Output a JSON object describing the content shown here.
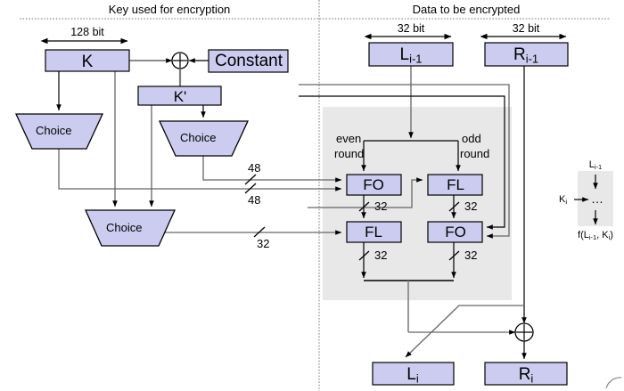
{
  "diagram": {
    "title_left": "Key used for encryption",
    "title_right": "Data to be encrypted",
    "key_side": {
      "width_label": "128 bit",
      "k_box": "K",
      "constant_box": "Constant",
      "kprime_box": "K'",
      "xor_symbol": "⊕",
      "choice_left": "Choice",
      "choice_mid": "Choice",
      "choice_bottom": "Choice",
      "bus_48_top": "48",
      "bus_48_bottom": "48",
      "bus_32": "32"
    },
    "data_side": {
      "width_label_left": "32 bit",
      "width_label_right": "32 bit",
      "input_left": "L",
      "input_left_sub": "i-1",
      "input_right": "R",
      "input_right_sub": "i-1",
      "even_round_line1": "even",
      "even_round_line2": "round",
      "odd_round_line1": "odd",
      "odd_round_line2": "round",
      "fo_top": "FO",
      "fl_top": "FL",
      "fl_bottom": "FL",
      "fo_bottom": "FO",
      "bus_fo_top": "32",
      "bus_fl_top": "32",
      "bus_fl_bottom": "32",
      "bus_fo_bottom": "32",
      "xor_symbol": "⊕",
      "output_left": "L",
      "output_left_sub": "i",
      "output_right": "R",
      "output_right_sub": "i"
    },
    "legend": {
      "top": "L",
      "top_sub": "i-1",
      "key_in": "K",
      "key_in_sub": "i",
      "ellipsis": "…",
      "result_prefix": "f(L",
      "result_sub1": "i-1",
      "result_mid": ", K",
      "result_sub2": "i",
      "result_suffix": ")"
    },
    "colors": {
      "box_fill": "#ccccf0",
      "box_stroke": "#000000",
      "gray_region": "#e8e8e8",
      "wire_gray": "#808080",
      "wire_black": "#000000",
      "divider": "#666666"
    }
  }
}
